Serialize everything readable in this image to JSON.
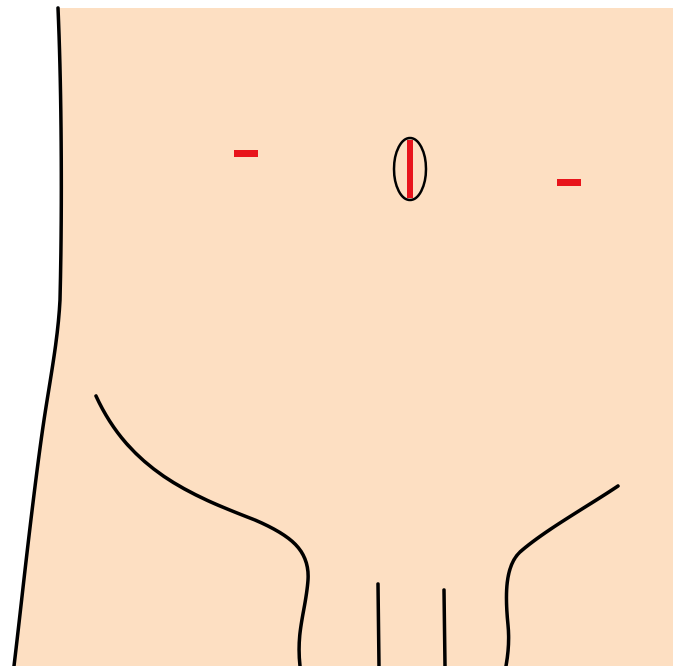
{
  "colors": {
    "background": "#ffffff",
    "skin": "#fddfc2",
    "outline": "#000000",
    "incision": "#e8141b"
  },
  "figure": {
    "subject": "abdomen-outline",
    "incisions": [
      {
        "name": "left-port-incision",
        "orientation": "horizontal"
      },
      {
        "name": "umbilical-incision",
        "orientation": "vertical"
      },
      {
        "name": "right-port-incision",
        "orientation": "horizontal"
      }
    ]
  }
}
